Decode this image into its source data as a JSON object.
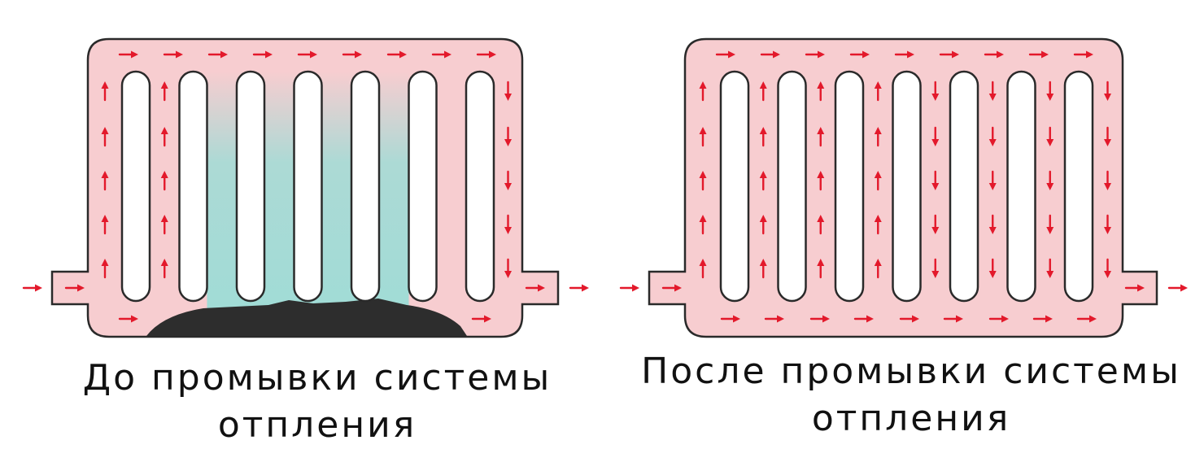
{
  "colors": {
    "radiator_fill": "#f7cdd0",
    "radiator_stroke": "#2a2a2a",
    "arrow": "#e3192b",
    "cold_zone": "#9fdcd6",
    "sludge": "#2d2d2d"
  },
  "panels": [
    {
      "id": "before",
      "state": "clogged",
      "caption_line1": "До промывки системы",
      "caption_line2": "отпления"
    },
    {
      "id": "after",
      "state": "clean",
      "caption_line1": "После промывки системы",
      "caption_line2": "отпления"
    }
  ]
}
